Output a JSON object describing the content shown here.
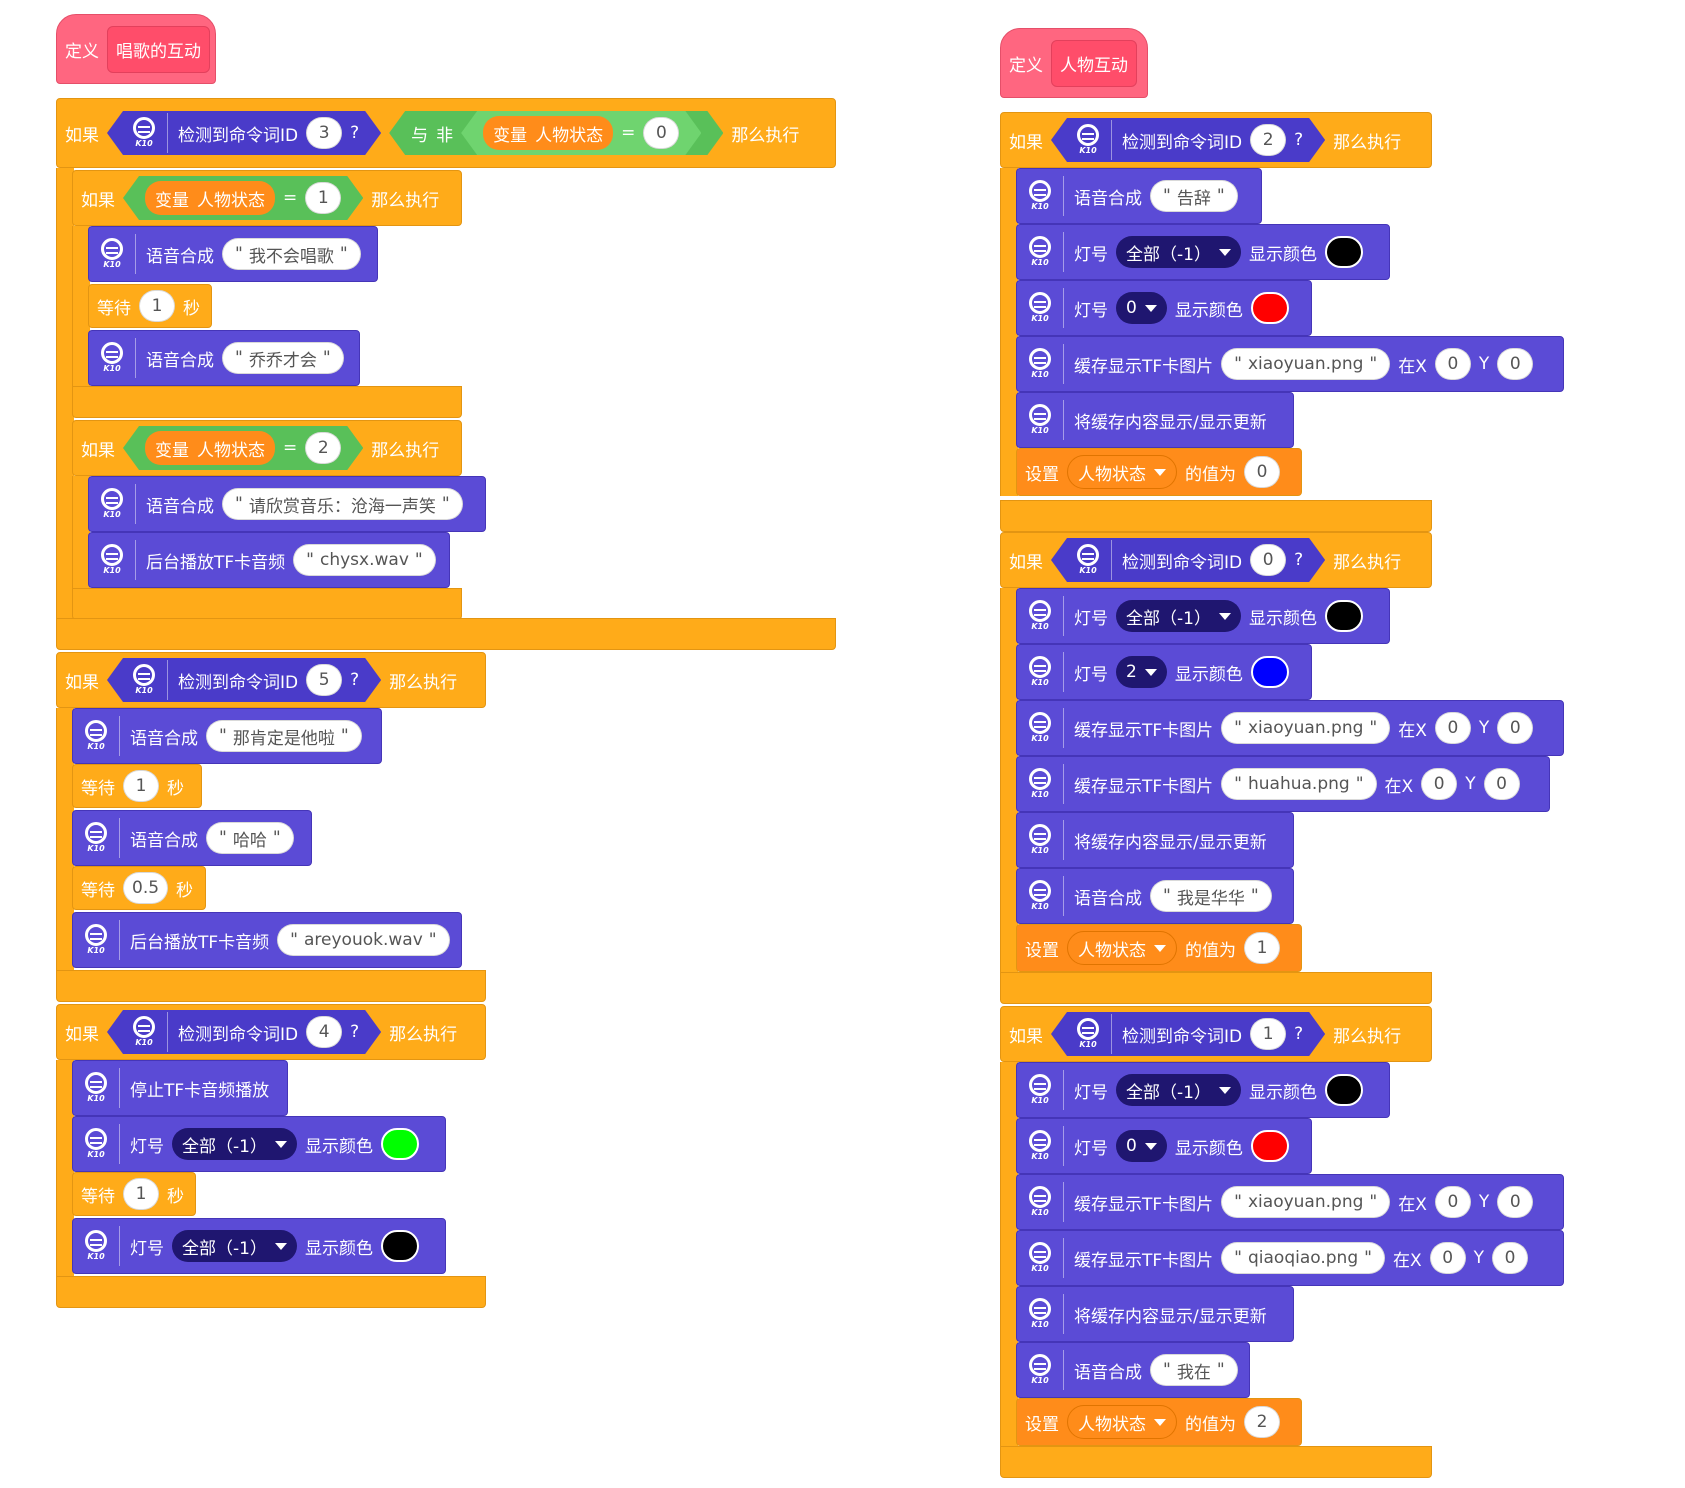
{
  "define_label": "定义",
  "script1": {
    "name": "唱歌的互动",
    "if_top": {
      "if_label": "如果",
      "detect": "检测到命令词ID",
      "id": "3",
      "q": "?",
      "and": "与",
      "not": "非",
      "var_label": "变量",
      "var_name": "人物状态",
      "eq": "=",
      "value": "0",
      "then": "那么执行"
    },
    "inner1": {
      "var_label": "变量",
      "var_name": "人物状态",
      "eq": "=",
      "value": "1",
      "say1": "我不会唱歌",
      "wait": "1",
      "say2": "乔乔才会"
    },
    "inner2": {
      "var_label": "变量",
      "var_name": "人物状态",
      "eq": "=",
      "value": "2",
      "say": "请欣赏音乐：沧海一声笑",
      "audio": "chysx.wav"
    },
    "if5": {
      "id": "5",
      "say1": "那肯定是他啦",
      "wait1": "1",
      "say2": "哈哈",
      "wait2": "0.5",
      "audio": "areyouok.wav"
    },
    "if4": {
      "id": "4",
      "stop": "停止TF卡音频播放",
      "led_all": "全部（-1）",
      "color1": "#00ff00",
      "wait": "1",
      "color2": "#000000"
    }
  },
  "script2": {
    "name": "人物互动",
    "if2": {
      "id": "2",
      "say": "告辞",
      "led_all": "全部（-1）",
      "color_all": "#000000",
      "led0": "0",
      "color0": "#ff0000",
      "img": "xiaoyuan.png",
      "x": "0",
      "y": "0",
      "set_var": "人物状态",
      "set_value": "0"
    },
    "if0": {
      "id": "0",
      "led_all": "全部（-1）",
      "color_all": "#000000",
      "led2": "2",
      "color2": "#0000ff",
      "img1": "xiaoyuan.png",
      "img2": "huahua.png",
      "x": "0",
      "y": "0",
      "say": "我是华华",
      "set_var": "人物状态",
      "set_value": "1"
    },
    "if1": {
      "id": "1",
      "led_all": "全部（-1）",
      "color_all": "#000000",
      "led0": "0",
      "color0": "#ff0000",
      "img1": "xiaoyuan.png",
      "img2": "qiaoqiao.png",
      "x": "0",
      "y": "0",
      "say": "我在",
      "set_var": "人物状态",
      "set_value": "2"
    }
  },
  "labels": {
    "if": "如果",
    "then": "那么执行",
    "detect": "检测到命令词ID",
    "q": "?",
    "tts": "语音合成",
    "wait": "等待",
    "sec": "秒",
    "bg_audio": "后台播放TF卡音频",
    "led": "灯号",
    "show_color": "显示颜色",
    "cache_img": "缓存显示TF卡图片",
    "at_x": "在X",
    "y": "Y",
    "refresh": "将缓存内容显示/显示更新",
    "set": "设置",
    "value_of": "的值为",
    "quote": "\"",
    "k10": "K10"
  },
  "colors": {
    "k10_purple": "#5b4bd6",
    "control_orange": "#ffab19",
    "variable_orange": "#ff8c1a",
    "define_pink": "#ff6680",
    "operator_green": "#59c059"
  },
  "icons": {
    "k10": "k10-ring-icon",
    "dropdown": "caret-down-icon"
  }
}
